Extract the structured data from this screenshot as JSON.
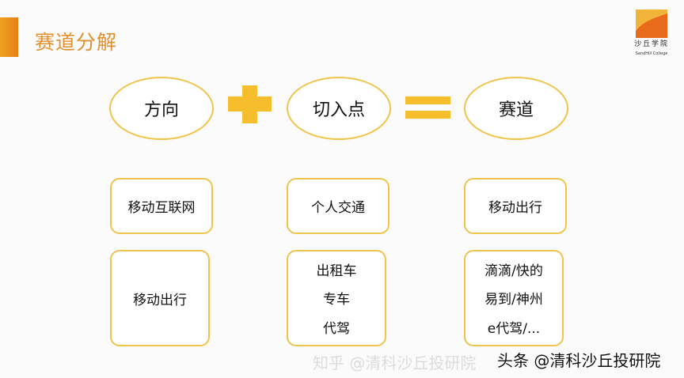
{
  "slide": {
    "title": "赛道分解",
    "logo": {
      "cn": "沙丘学院",
      "en": "SandHill College"
    }
  },
  "equation": {
    "direction": "方向",
    "entry_point": "切入点",
    "track": "赛道"
  },
  "columns": {
    "direction": {
      "top": "移动互联网",
      "bottom": [
        "移动出行"
      ]
    },
    "entry_point": {
      "top": "个人交通",
      "bottom": [
        "出租车",
        "专车",
        "代驾"
      ]
    },
    "track": {
      "top": "移动出行",
      "bottom": [
        "滴滴/快的",
        "易到/神州",
        "e代驾/..."
      ]
    }
  },
  "watermarks": {
    "zhihu": "知乎 @清科沙丘投研院",
    "toutiao": "头条 @清科沙丘投研院"
  },
  "colors": {
    "accent": "#f6bd2c",
    "title": "#e0902e",
    "border": "#f0c44a"
  }
}
